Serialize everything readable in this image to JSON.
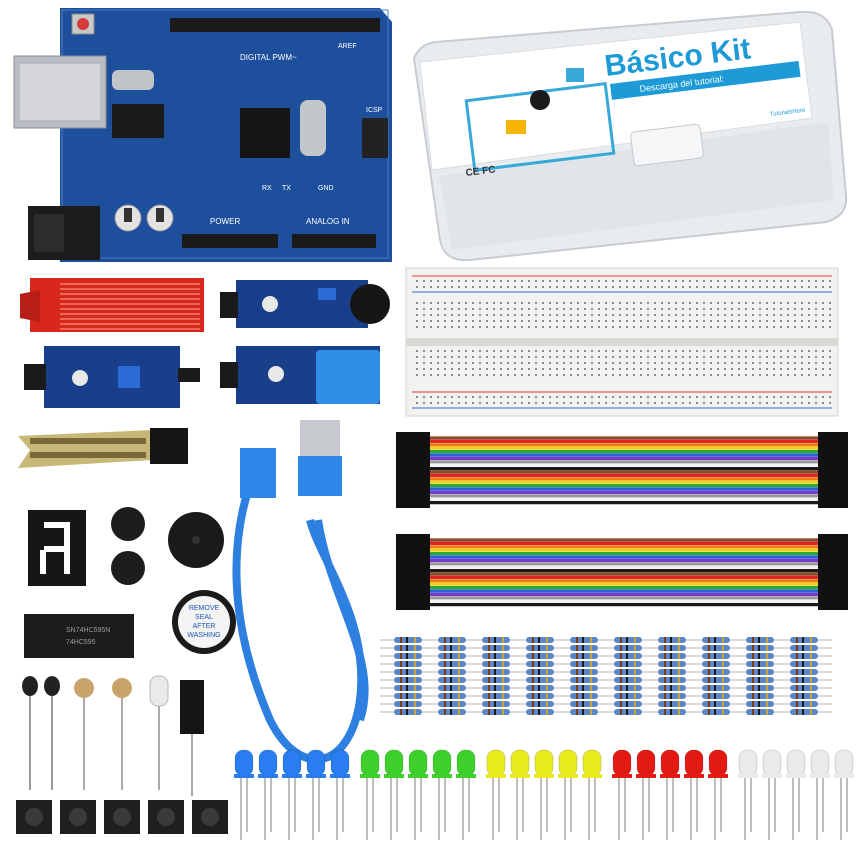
{
  "board": {
    "header_digital": "DIGITAL PWM~",
    "label_power": "POWER",
    "label_analog": "ANALOG IN",
    "label_icsp": "ICSP",
    "label_aref": "AREF",
    "label_gnd": "GND",
    "label_rx": "RX",
    "label_tx": "TX"
  },
  "kit_box": {
    "title": "Básico Kit",
    "subtitle_line1": "Descarga del tutorial:",
    "subtitle_line2": "...com/download",
    "certifications": "CE FC",
    "brand_small": "TutorialsHere"
  },
  "chip": {
    "line1": "SN74HC595N",
    "line2": "74HC595"
  },
  "buzzer_sticker": {
    "line1": "REMOVE",
    "line2": "SEAL",
    "line3": "AFTER",
    "line4": "WASHING"
  },
  "colors": {
    "pcb_blue": "#1d4f9c",
    "board_blue": "#1e56b0",
    "module_blue": "#1a3f8a",
    "red_sensor": "#d8281e",
    "cable_blue": "#2d7fe0",
    "led_blue": "#2a7df0",
    "led_green": "#3fcf2a",
    "led_yellow": "#e8ea1e",
    "led_red": "#e31a14",
    "led_white": "#eaeaea"
  }
}
